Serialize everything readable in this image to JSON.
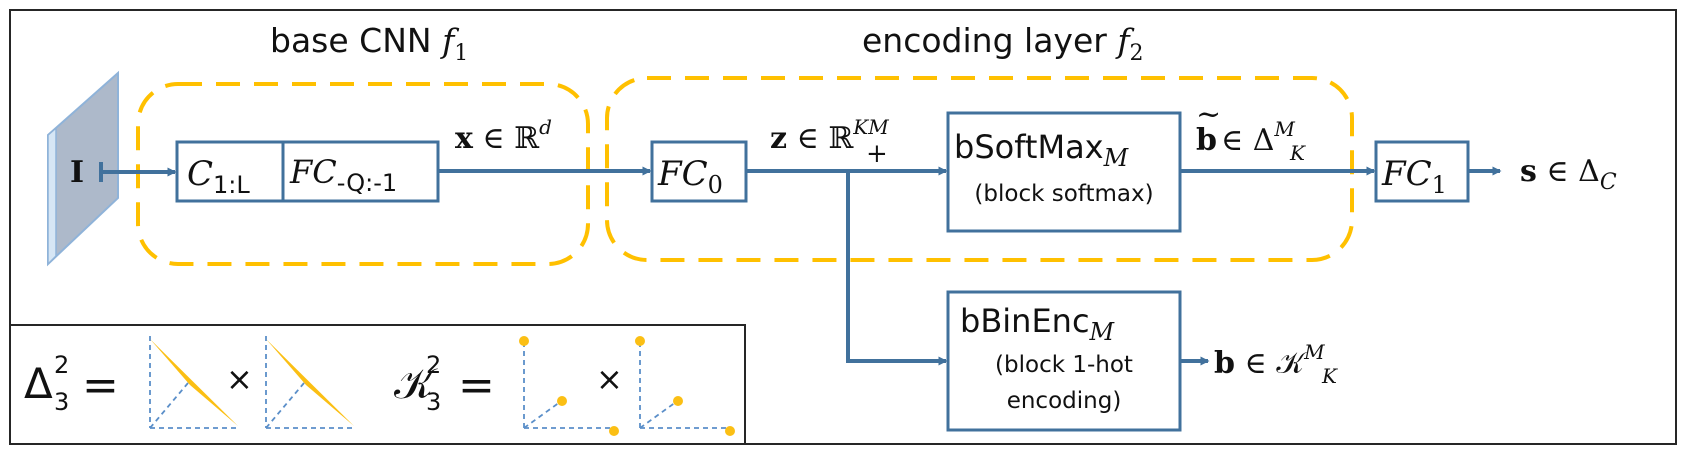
{
  "titles": {
    "base_cnn": {
      "text": "base CNN ",
      "fn": "f",
      "sub": "1"
    },
    "encoding_layer": {
      "text": "encoding layer ",
      "fn": "f",
      "sub": "2"
    }
  },
  "input": {
    "label": "I"
  },
  "blocks": {
    "conv": {
      "main": "C",
      "sub": "1:L"
    },
    "fc_q": {
      "main": "FC",
      "sub": "-Q:-1"
    },
    "fc0": {
      "main": "FC",
      "sub": "0"
    },
    "softmax": {
      "title": "bSoftMax",
      "sub": "M",
      "caption": "(block softmax)"
    },
    "binenc": {
      "title": "bBinEnc",
      "sub": "M",
      "caption_line1": "(block 1-hot",
      "caption_line2": "encoding)"
    },
    "fc1": {
      "main": "FC",
      "sub": "1"
    }
  },
  "edge_labels": {
    "x": {
      "var": "x",
      "rel": " ∈ ℝ",
      "sup": "d"
    },
    "z": {
      "var": "z",
      "rel": " ∈ ℝ",
      "sup": "KM",
      "sub": "+"
    },
    "b_tilde": {
      "var": "b",
      "accent": "~",
      "rel": "∈ Δ",
      "sup": "M",
      "sub": "K"
    },
    "s": {
      "var": "s",
      "rel": " ∈ Δ",
      "sub": "C"
    },
    "b": {
      "var": "b",
      "rel": " ∈ 𝒦",
      "sup": "M",
      "sub": "K"
    }
  },
  "legend": {
    "simplex": {
      "sym": "Δ",
      "sup": "2",
      "sub": "3",
      "eq": "=",
      "times": "×"
    },
    "hot": {
      "sym": "𝒦",
      "sup": "2",
      "sub": "3",
      "eq": "=",
      "times": "×"
    }
  },
  "colors": {
    "accent": "#41719c",
    "dash": "#ffc000",
    "glyph": "#fbbf14",
    "legend_axis": "#5b8fc9",
    "input_fill": "#adb9ca",
    "input_edge": "#bdd7ee",
    "frame": "#262626"
  }
}
